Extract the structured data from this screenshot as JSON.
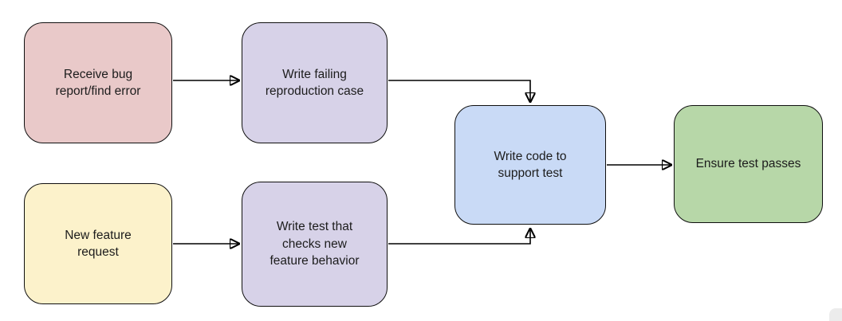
{
  "diagram": {
    "description": "Test-driven development flowchart",
    "background": "#ffffff",
    "edge_color": "#000000",
    "nodes": {
      "bug": {
        "label": "Receive bug\nreport/find error",
        "fill": "#e9c9c9"
      },
      "repro": {
        "label": "Write failing\nreproduction case",
        "fill": "#d7d2e8"
      },
      "feature": {
        "label": "New feature\nrequest",
        "fill": "#fcf2cb"
      },
      "test": {
        "label": "Write test that\nchecks new\nfeature behavior",
        "fill": "#d7d2e8"
      },
      "code": {
        "label": "Write code to\nsupport test",
        "fill": "#c9daf6"
      },
      "pass": {
        "label": "Ensure test passes",
        "fill": "#b7d7a8"
      }
    },
    "edges": [
      {
        "from": "bug",
        "to": "repro"
      },
      {
        "from": "repro",
        "to": "code"
      },
      {
        "from": "feature",
        "to": "test"
      },
      {
        "from": "test",
        "to": "code"
      },
      {
        "from": "code",
        "to": "pass"
      }
    ]
  }
}
